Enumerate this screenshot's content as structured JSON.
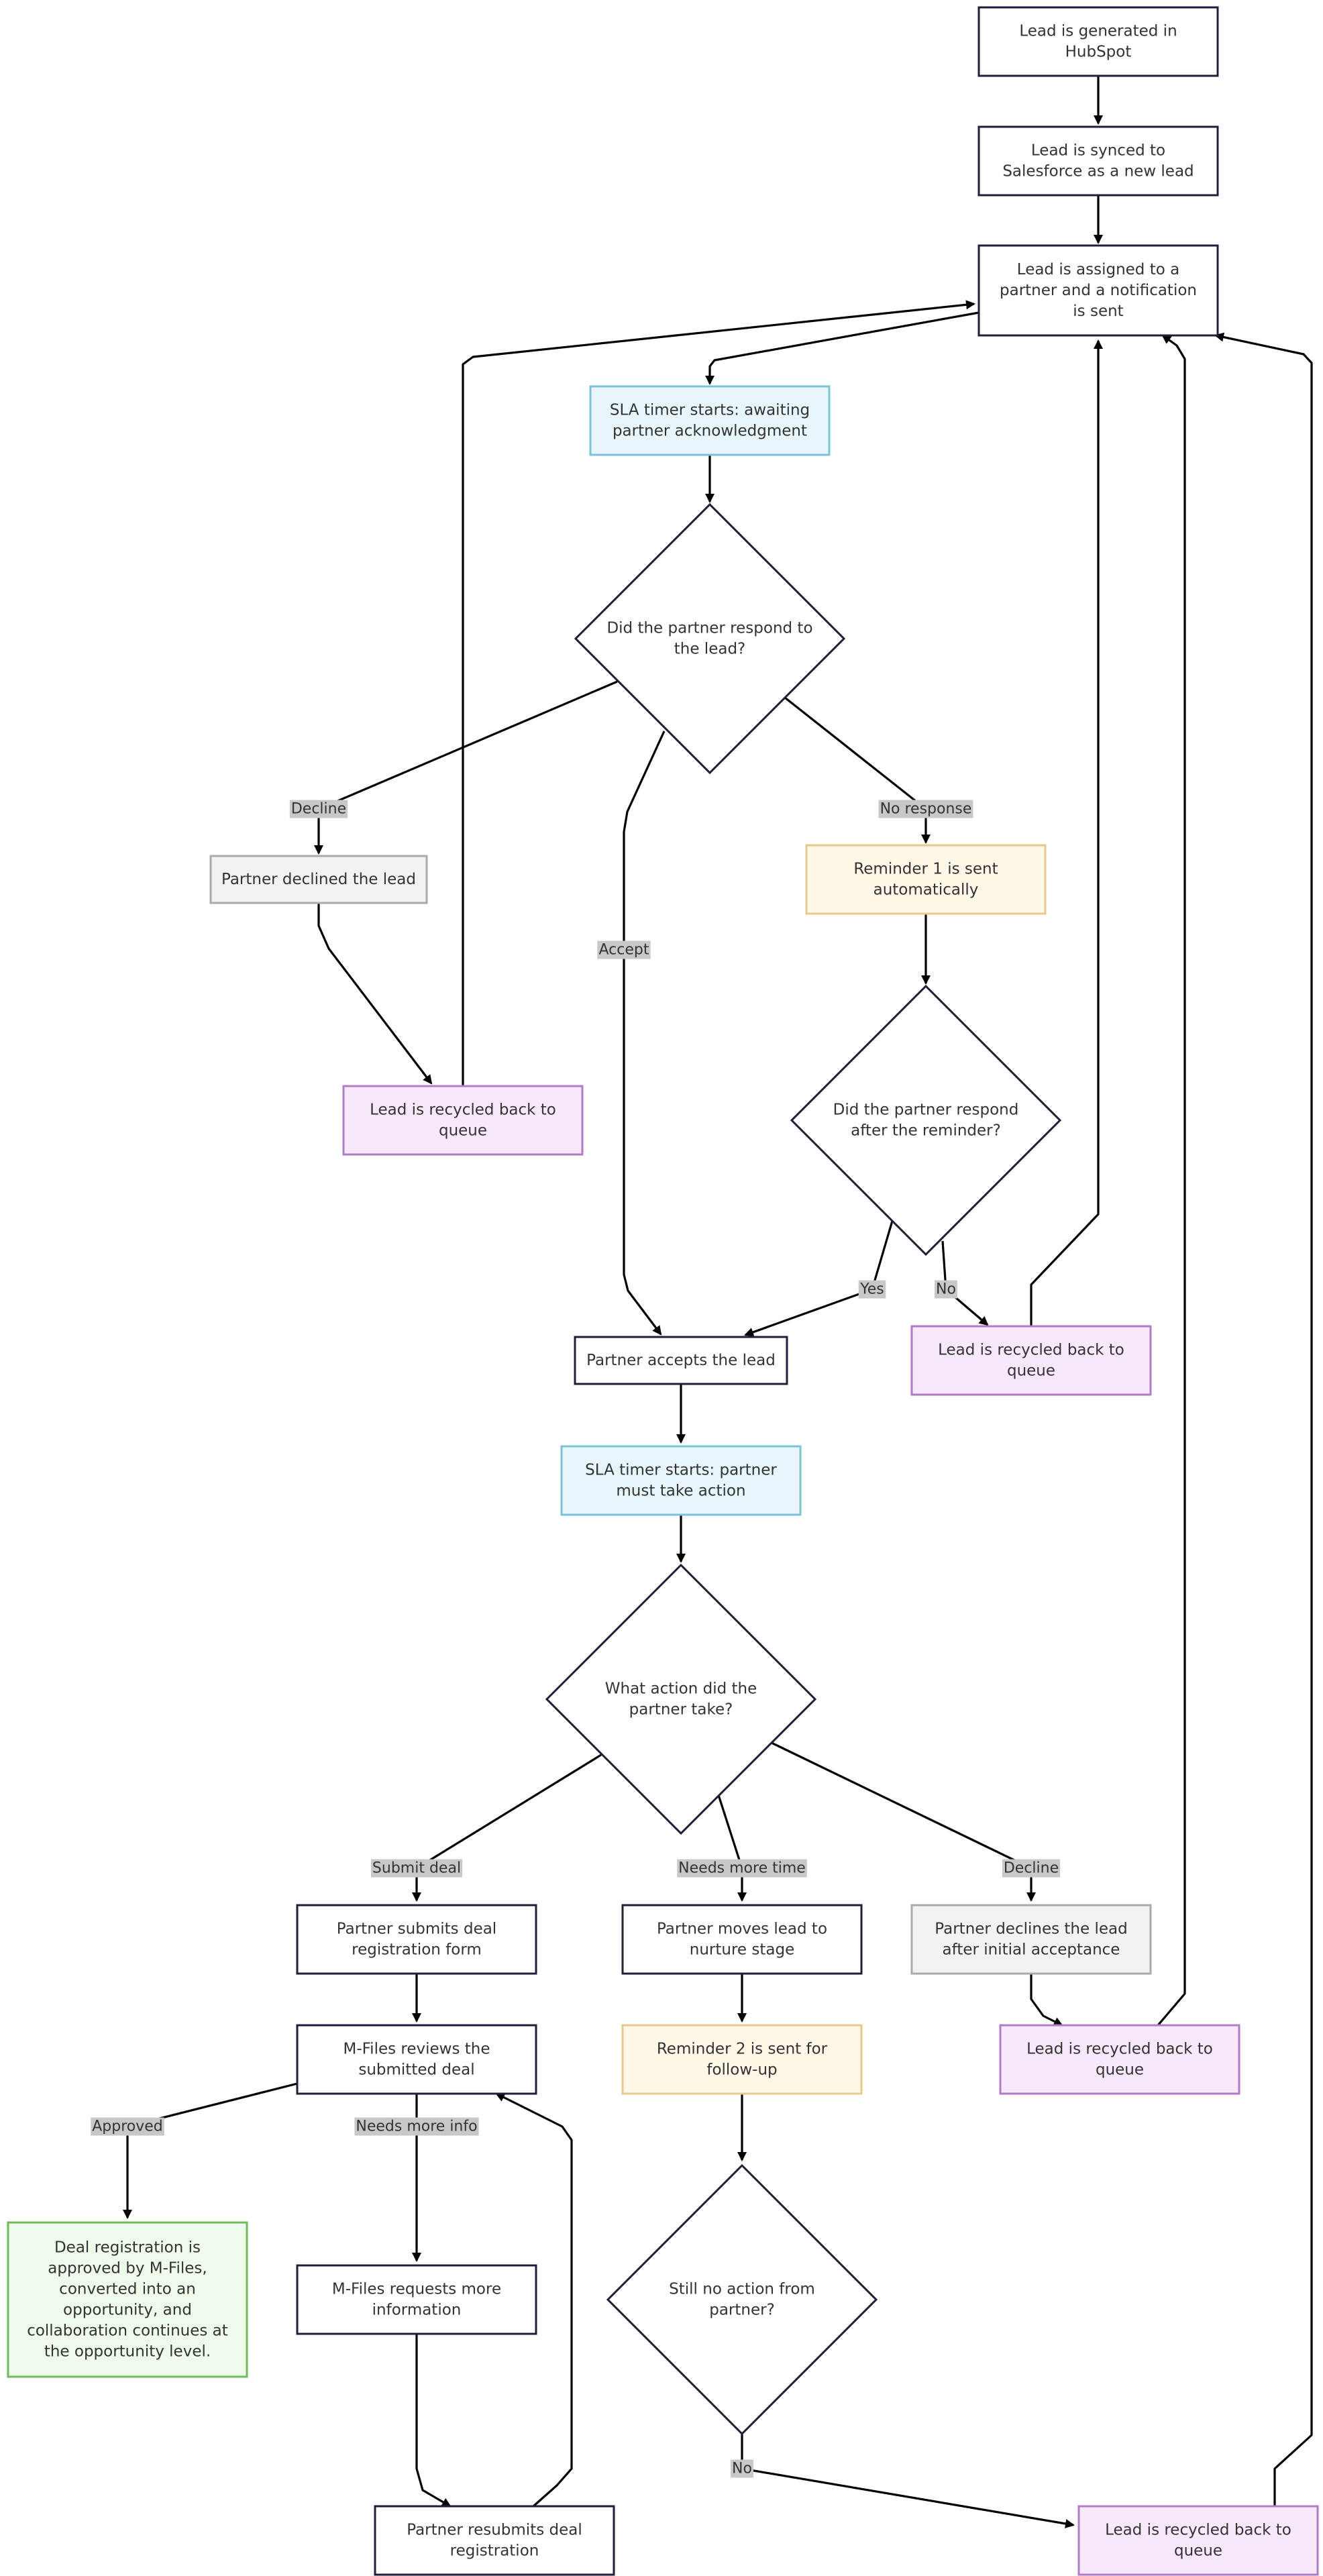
{
  "palette": {
    "default": {
      "fill": "#ffffff",
      "stroke": "#1f1f3a"
    },
    "timer": {
      "fill": "#e8f6fc",
      "stroke": "#7cc2d8"
    },
    "declined": {
      "fill": "#f2f2f2",
      "stroke": "#aaaaaa"
    },
    "reminder": {
      "fill": "#fff7e8",
      "stroke": "#e6c98e"
    },
    "recycled": {
      "fill": "#f7e9fb",
      "stroke": "#b27cc4"
    },
    "approved": {
      "fill": "#eefbea",
      "stroke": "#6dbb5d"
    }
  },
  "nodes": [
    {
      "id": "generated",
      "shape": "rect",
      "style": "default",
      "lines": [
        "Lead is generated in",
        "HubSpot"
      ]
    },
    {
      "id": "synced",
      "shape": "rect",
      "style": "default",
      "lines": [
        "Lead is synced to",
        "Salesforce as a new lead"
      ]
    },
    {
      "id": "assigned",
      "shape": "rect",
      "style": "default",
      "lines": [
        "Lead is assigned to a",
        "partner and a notification",
        "is sent"
      ]
    },
    {
      "id": "sla1",
      "shape": "rect",
      "style": "timer",
      "lines": [
        "SLA timer starts: awaiting",
        "partner acknowledgment"
      ]
    },
    {
      "id": "d1",
      "shape": "diamond",
      "style": "default",
      "lines": [
        "Did the partner respond to",
        "the lead?"
      ]
    },
    {
      "id": "declined",
      "shape": "rect",
      "style": "declined",
      "lines": [
        "Partner declined the lead"
      ]
    },
    {
      "id": "recycle1",
      "shape": "rect",
      "style": "recycled",
      "lines": [
        "Lead is recycled back to",
        "queue"
      ]
    },
    {
      "id": "reminder1",
      "shape": "rect",
      "style": "reminder",
      "lines": [
        "Reminder 1 is sent",
        "automatically"
      ]
    },
    {
      "id": "d2",
      "shape": "diamond",
      "style": "default",
      "lines": [
        "Did the partner respond",
        "after the reminder?"
      ]
    },
    {
      "id": "accepts",
      "shape": "rect",
      "style": "default",
      "lines": [
        "Partner accepts the lead"
      ]
    },
    {
      "id": "recycle2",
      "shape": "rect",
      "style": "recycled",
      "lines": [
        "Lead is recycled back to",
        "queue"
      ]
    },
    {
      "id": "sla2",
      "shape": "rect",
      "style": "timer",
      "lines": [
        "SLA timer starts: partner",
        "must take action"
      ]
    },
    {
      "id": "d3",
      "shape": "diamond",
      "style": "default",
      "lines": [
        "What action did the",
        "partner take?"
      ]
    },
    {
      "id": "submits",
      "shape": "rect",
      "style": "default",
      "lines": [
        "Partner submits deal",
        "registration form"
      ]
    },
    {
      "id": "nurture",
      "shape": "rect",
      "style": "default",
      "lines": [
        "Partner moves lead to",
        "nurture stage"
      ]
    },
    {
      "id": "declines2",
      "shape": "rect",
      "style": "declined",
      "lines": [
        "Partner declines the lead",
        "after initial acceptance"
      ]
    },
    {
      "id": "reviews",
      "shape": "rect",
      "style": "default",
      "lines": [
        "M-Files reviews the",
        "submitted deal"
      ]
    },
    {
      "id": "reminder2",
      "shape": "rect",
      "style": "reminder",
      "lines": [
        "Reminder 2 is sent for",
        "follow-up"
      ]
    },
    {
      "id": "recycle3",
      "shape": "rect",
      "style": "recycled",
      "lines": [
        "Lead is recycled back to",
        "queue"
      ]
    },
    {
      "id": "approved",
      "shape": "rect",
      "style": "approved",
      "lines": [
        "Deal registration is",
        "approved by M-Files,",
        "converted into an",
        "opportunity, and",
        "collaboration continues at",
        "the opportunity level."
      ]
    },
    {
      "id": "requests",
      "shape": "rect",
      "style": "default",
      "lines": [
        "M-Files requests more",
        "information"
      ]
    },
    {
      "id": "d4",
      "shape": "diamond",
      "style": "default",
      "lines": [
        "Still no action from",
        "partner?"
      ]
    },
    {
      "id": "resubmits",
      "shape": "rect",
      "style": "default",
      "lines": [
        "Partner resubmits deal",
        "registration"
      ]
    },
    {
      "id": "recycle4",
      "shape": "rect",
      "style": "recycled",
      "lines": [
        "Lead is recycled back to",
        "queue"
      ]
    }
  ],
  "edges": [
    {
      "from": "generated",
      "to": "synced",
      "label": ""
    },
    {
      "from": "synced",
      "to": "assigned",
      "label": ""
    },
    {
      "from": "assigned",
      "to": "sla1",
      "label": ""
    },
    {
      "from": "sla1",
      "to": "d1",
      "label": ""
    },
    {
      "from": "d1",
      "to": "declined",
      "label": "Decline"
    },
    {
      "from": "d1",
      "to": "accepts",
      "label": "Accept"
    },
    {
      "from": "d1",
      "to": "reminder1",
      "label": "No response"
    },
    {
      "from": "declined",
      "to": "recycle1",
      "label": ""
    },
    {
      "from": "recycle1",
      "to": "assigned",
      "label": ""
    },
    {
      "from": "reminder1",
      "to": "d2",
      "label": ""
    },
    {
      "from": "d2",
      "to": "accepts",
      "label": "Yes"
    },
    {
      "from": "d2",
      "to": "recycle2",
      "label": "No"
    },
    {
      "from": "recycle2",
      "to": "assigned",
      "label": ""
    },
    {
      "from": "accepts",
      "to": "sla2",
      "label": ""
    },
    {
      "from": "sla2",
      "to": "d3",
      "label": ""
    },
    {
      "from": "d3",
      "to": "submits",
      "label": "Submit deal"
    },
    {
      "from": "d3",
      "to": "nurture",
      "label": "Needs more time"
    },
    {
      "from": "d3",
      "to": "declines2",
      "label": "Decline"
    },
    {
      "from": "submits",
      "to": "reviews",
      "label": ""
    },
    {
      "from": "nurture",
      "to": "reminder2",
      "label": ""
    },
    {
      "from": "declines2",
      "to": "recycle3",
      "label": ""
    },
    {
      "from": "recycle3",
      "to": "assigned",
      "label": ""
    },
    {
      "from": "reviews",
      "to": "approved",
      "label": "Approved"
    },
    {
      "from": "reviews",
      "to": "requests",
      "label": "Needs more info"
    },
    {
      "from": "reminder2",
      "to": "d4",
      "label": ""
    },
    {
      "from": "requests",
      "to": "resubmits",
      "label": ""
    },
    {
      "from": "resubmits",
      "to": "reviews",
      "label": ""
    },
    {
      "from": "d4",
      "to": "recycle4",
      "label": "No"
    },
    {
      "from": "recycle4",
      "to": "assigned",
      "label": ""
    }
  ]
}
